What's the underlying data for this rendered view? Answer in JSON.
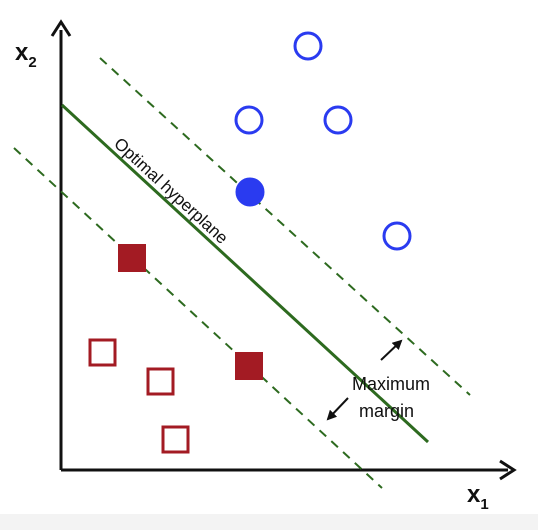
{
  "axes": {
    "x_label": "x",
    "x_subscript": "1",
    "y_label": "x",
    "y_subscript": "2"
  },
  "annotations": {
    "hyperplane": "Optimal hyperplane",
    "margin_line1": "Maximum",
    "margin_line2": "margin"
  },
  "colors": {
    "class_circle": "#2a3bf0",
    "class_square": "#a31b23",
    "hyperplane": "#2d6a1f",
    "margin": "#2d6a1f",
    "axis": "#111111"
  },
  "classes": {
    "circles": {
      "open_count": 4,
      "support_vector_count": 1
    },
    "squares": {
      "open_count": 3,
      "support_vector_count": 2
    }
  }
}
